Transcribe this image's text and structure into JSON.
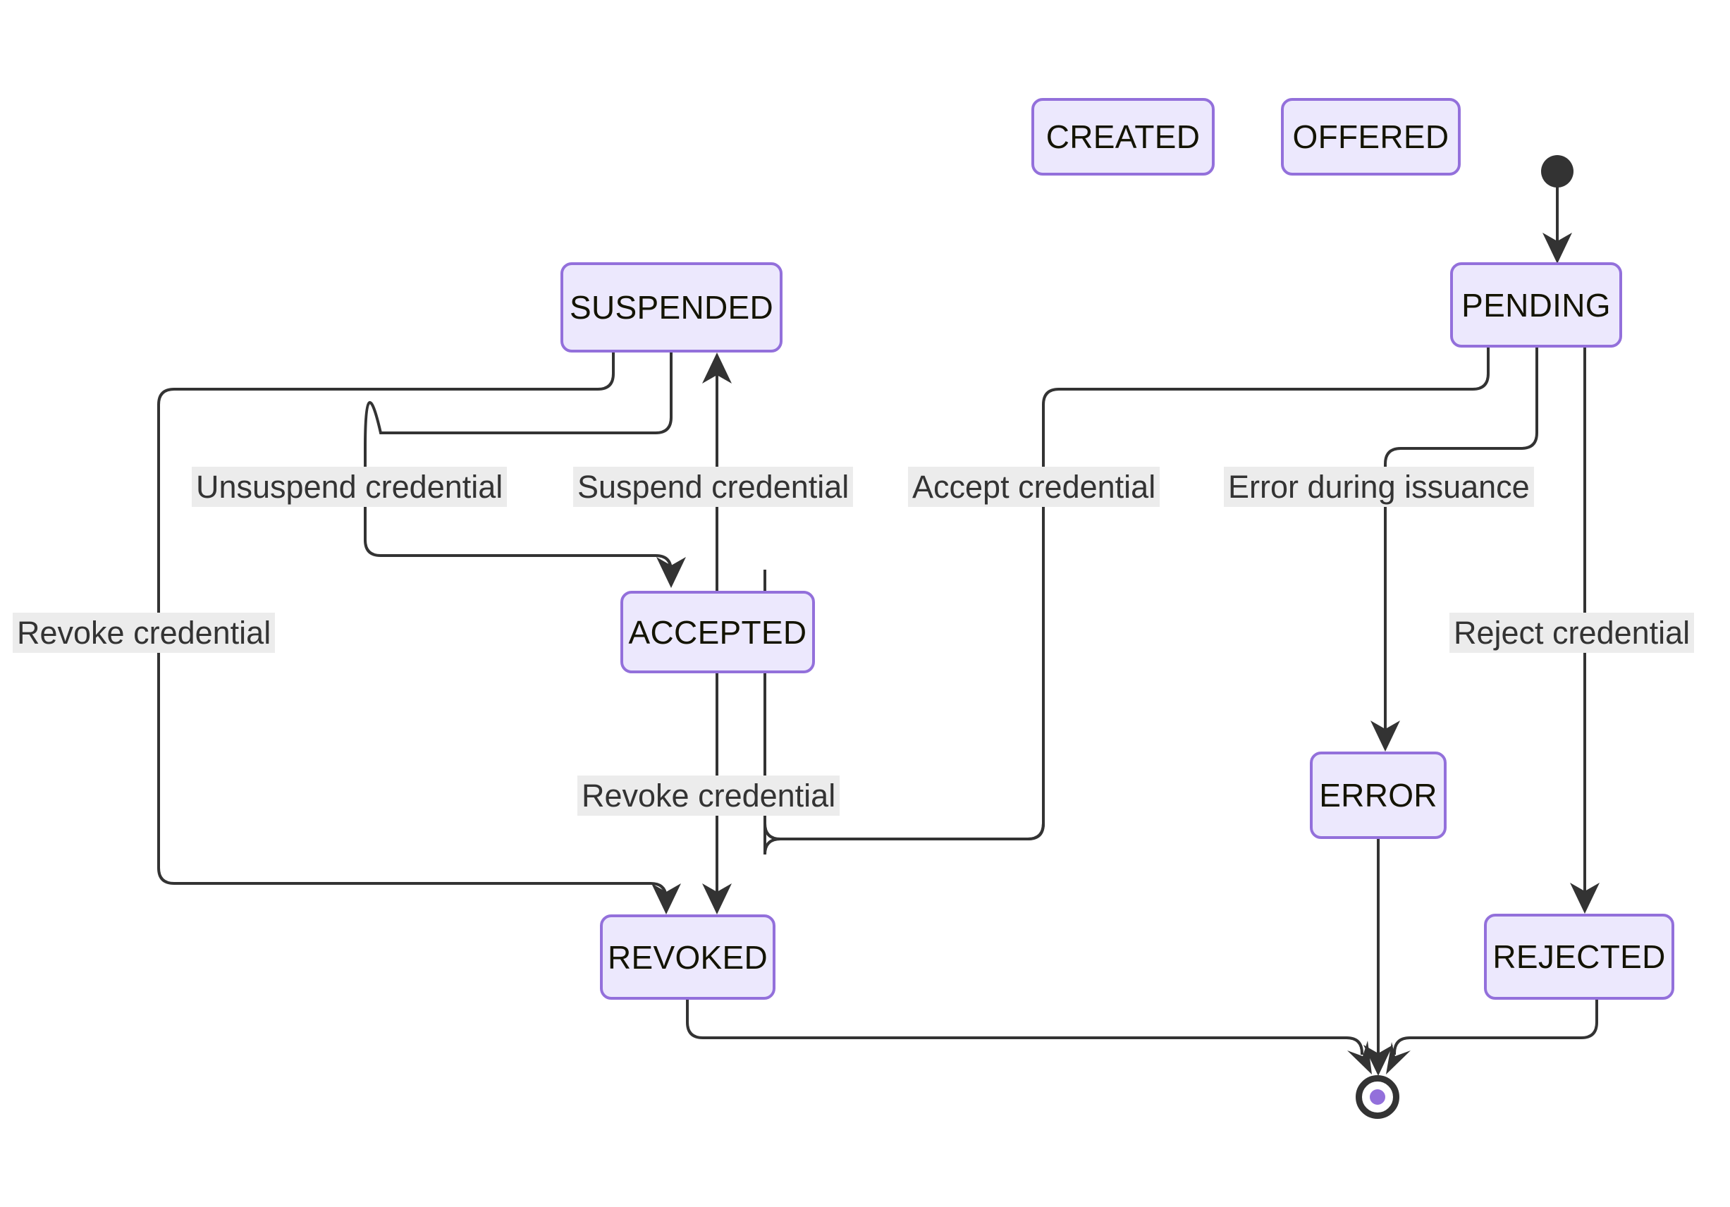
{
  "diagram": {
    "type": "state-machine",
    "title": "Credential lifecycle state diagram",
    "background_color": "#ffffff",
    "node_fill": "#ece8fd",
    "node_border": "#9370db",
    "edge_color": "#333333",
    "label_background": "#ececec",
    "start_marker_color": "#333333",
    "end_marker_inner_color": "#9370db",
    "states": [
      {
        "id": "created",
        "label": "CREATED"
      },
      {
        "id": "offered",
        "label": "OFFERED"
      },
      {
        "id": "suspended",
        "label": "SUSPENDED"
      },
      {
        "id": "pending",
        "label": "PENDING"
      },
      {
        "id": "accepted",
        "label": "ACCEPTED"
      },
      {
        "id": "error",
        "label": "ERROR"
      },
      {
        "id": "revoked",
        "label": "REVOKED"
      },
      {
        "id": "rejected",
        "label": "REJECTED"
      }
    ],
    "transitions": [
      {
        "id": "start-pending",
        "from": "[*]",
        "to": "pending",
        "label": ""
      },
      {
        "id": "suspended-revoked",
        "from": "suspended",
        "to": "revoked",
        "label": "Revoke credential"
      },
      {
        "id": "suspended-accepted",
        "from": "suspended",
        "to": "accepted",
        "label": "Unsuspend credential"
      },
      {
        "id": "accepted-suspended",
        "from": "accepted",
        "to": "suspended",
        "label": "Suspend credential"
      },
      {
        "id": "pending-accepted",
        "from": "pending",
        "to": "accepted",
        "label": "Accept credential"
      },
      {
        "id": "pending-error",
        "from": "pending",
        "to": "error",
        "label": "Error during issuance"
      },
      {
        "id": "pending-rejected",
        "from": "pending",
        "to": "rejected",
        "label": "Reject credential"
      },
      {
        "id": "accepted-revoked",
        "from": "accepted",
        "to": "revoked",
        "label": "Revoke credential"
      },
      {
        "id": "revoked-end",
        "from": "revoked",
        "to": "[*]",
        "label": ""
      },
      {
        "id": "error-end",
        "from": "error",
        "to": "[*]",
        "label": ""
      },
      {
        "id": "rejected-end",
        "from": "rejected",
        "to": "[*]",
        "label": ""
      }
    ],
    "labels": {
      "unsuspend_credential": "Unsuspend credential",
      "suspend_credential": "Suspend credential",
      "accept_credential": "Accept credential",
      "error_during_issuance": "Error during issuance",
      "revoke_credential_left": "Revoke credential",
      "reject_credential": "Reject credential",
      "revoke_credential_center": "Revoke credential"
    }
  }
}
